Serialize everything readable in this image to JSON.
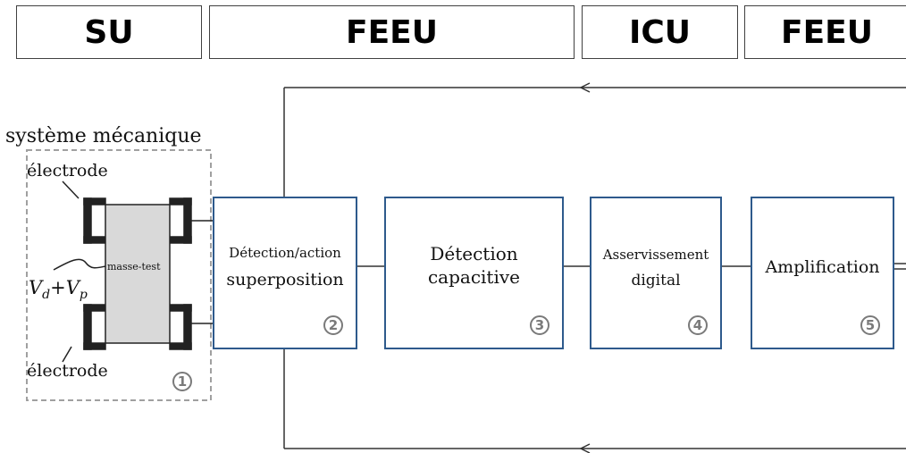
{
  "headers": {
    "su": "SU",
    "feeu_1": "FEEU",
    "icu": "ICU",
    "feeu_2": "FEEU"
  },
  "mechanical": {
    "title": "système mécanique",
    "electrode_top": "électrode",
    "electrode_bottom": "électrode",
    "mass_label": "masse-test",
    "voltage_label": "V_d + V_p",
    "number": "1"
  },
  "blocks": [
    {
      "line1": "Détection/action",
      "line2": "superposition",
      "number": "2"
    },
    {
      "line1": "Détection",
      "line2": "capacitive",
      "number": "3"
    },
    {
      "line1": "Asservissement",
      "line2": "digital",
      "number": "4"
    },
    {
      "line1": "Amplification",
      "line2": "",
      "number": "5"
    }
  ],
  "colors": {
    "block_border": "#2e5a8c",
    "dashed_border": "#a0a0a0",
    "mass_fill": "#d9d9d9",
    "number_circle": "#7a7a7a"
  }
}
